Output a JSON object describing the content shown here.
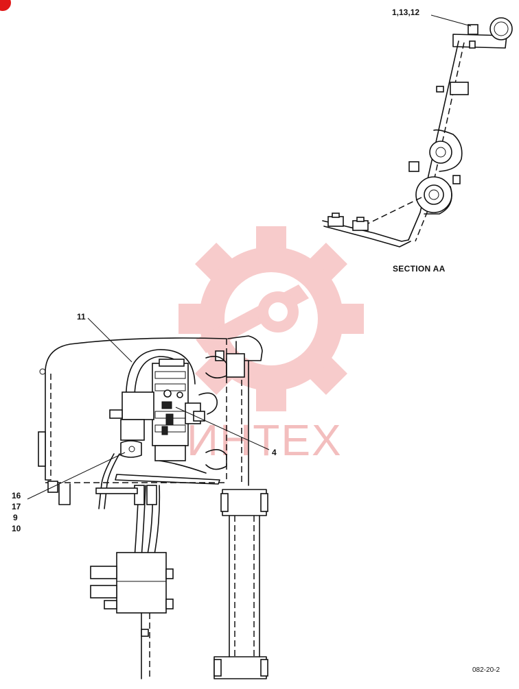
{
  "diagram": {
    "section_label": "SECTION AA",
    "figure_number": "082-20-2",
    "watermark_text": "ИНТЕХ",
    "watermark_color": "#f2b8b8",
    "callouts": {
      "section_top": "1,13,12",
      "hose_top": "11",
      "valve_right": "4",
      "left_16": "16",
      "left_17": "17",
      "left_9": "9",
      "left_10": "10"
    }
  }
}
